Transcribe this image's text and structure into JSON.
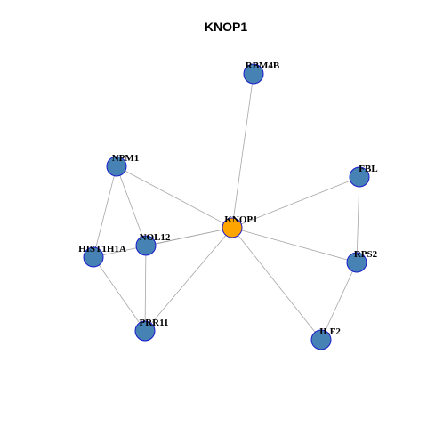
{
  "title": "KNOP1",
  "colors": {
    "center_node": "#FFA500",
    "node": "#4682B4",
    "node_border": "#1A1ACC",
    "edge": "#A6A6A6"
  },
  "nodes": [
    {
      "id": "knop1",
      "label": "KNOP1",
      "role": "center"
    },
    {
      "id": "rbm4b",
      "label": "RBM4B",
      "role": "neighbor"
    },
    {
      "id": "npm1",
      "label": "NPM1",
      "role": "neighbor"
    },
    {
      "id": "fbl",
      "label": "FBL",
      "role": "neighbor"
    },
    {
      "id": "nol12",
      "label": "NOL12",
      "role": "neighbor"
    },
    {
      "id": "hist1h1a",
      "label": "HIST1H1A",
      "role": "neighbor"
    },
    {
      "id": "rps2",
      "label": "RPS2",
      "role": "neighbor"
    },
    {
      "id": "prr11",
      "label": "PRR11",
      "role": "neighbor"
    },
    {
      "id": "ilf2",
      "label": "ILF2",
      "role": "neighbor"
    }
  ],
  "edges": [
    [
      "knop1",
      "rbm4b"
    ],
    [
      "knop1",
      "npm1"
    ],
    [
      "knop1",
      "fbl"
    ],
    [
      "knop1",
      "nol12"
    ],
    [
      "knop1",
      "hist1h1a"
    ],
    [
      "knop1",
      "rps2"
    ],
    [
      "knop1",
      "prr11"
    ],
    [
      "knop1",
      "ilf2"
    ],
    [
      "npm1",
      "nol12"
    ],
    [
      "npm1",
      "hist1h1a"
    ],
    [
      "fbl",
      "rps2"
    ],
    [
      "rps2",
      "ilf2"
    ],
    [
      "nol12",
      "prr11"
    ],
    [
      "hist1h1a",
      "prr11"
    ]
  ]
}
